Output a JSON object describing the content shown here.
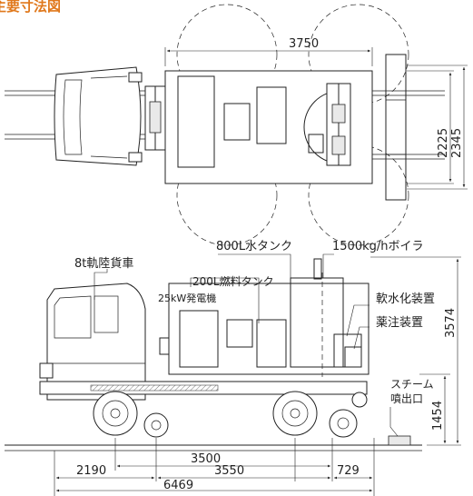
{
  "title": "主要寸法図",
  "top_view": {
    "dim_length": "3750",
    "dim_width_inner": "2225",
    "dim_width_outer": "2345"
  },
  "labels": {
    "water_tank": "800L水タンク",
    "boiler": "1500kg/hボイラ",
    "truck": "8t軌陸貨車",
    "fuel_tank": "200L燃料タンク",
    "generator": "25kW発電機",
    "softener": "軟水化装置",
    "injector": "薬注装置",
    "steam_outlet_line1": "スチーム",
    "steam_outlet_line2": "噴出口"
  },
  "side_view": {
    "dim_height_total": "3574",
    "dim_height_bed": "1454",
    "dim_rail_wheelbase": "3500",
    "dim_front_overhang": "2190",
    "dim_wheelbase": "3550",
    "dim_rear_overhang": "729",
    "dim_total_length": "6469"
  }
}
